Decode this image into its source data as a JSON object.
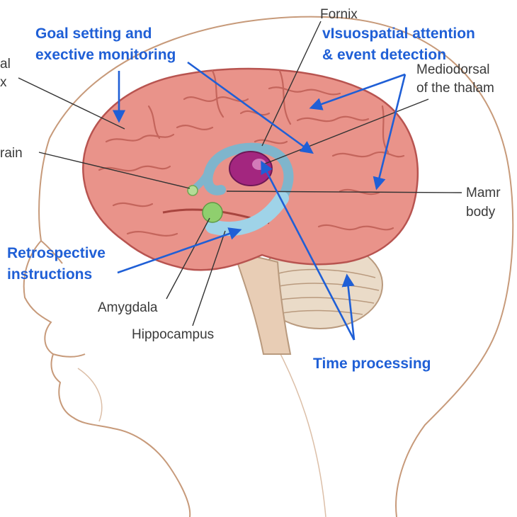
{
  "colors": {
    "accent": "#1f5fd6",
    "brain": "#e9938a",
    "brain_dark": "#b85450",
    "thalamus": "#a3267f",
    "hippocampus": "#9fd3e8",
    "amygdala": "#8fcf6e",
    "skin_line": "#c79a7a"
  },
  "anatomy_labels": {
    "fornix": "Fornix",
    "mediodorsal_1": "Mediodorsal",
    "mediodorsal_2": "of the thalam",
    "mammillary_1": "Mamr",
    "mammillary_2": "body",
    "amygdala": "Amygdala",
    "hippocampus": "Hippocampus",
    "cut_left_1": "al",
    "cut_left_2": "x",
    "cut_left_3": "rain"
  },
  "function_labels": {
    "goal_1": "Goal setting and",
    "goal_2": "exective monitoring",
    "visuo_1": "vIsuospatial attention",
    "visuo_2": "& event detection",
    "retro_1": "Retrospective",
    "retro_2": "instructions",
    "time": "Time processing"
  }
}
